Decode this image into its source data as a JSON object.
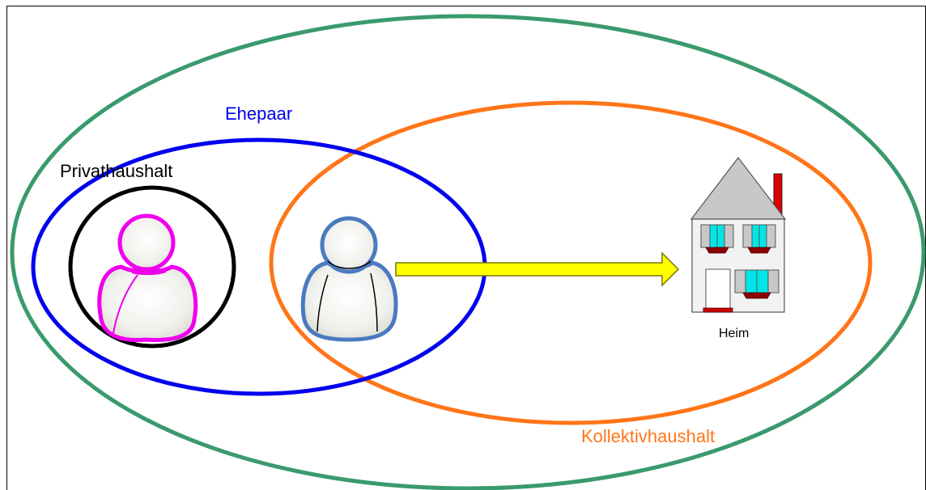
{
  "labels": {
    "ehepaar": "Ehepaar",
    "privathaushalt": "Privathaushalt",
    "kollektivhaushalt": "Kollektivhaushalt",
    "heim": "Heim"
  },
  "colors": {
    "outer_ellipse": "#3a9a6e",
    "ehepaar": "#0000ee",
    "kollektiv": "#ff7518",
    "privathaushalt": "#000000",
    "person_left": "#ee00ee",
    "person_right": "#4a7abf",
    "arrow_fill": "#ffff00",
    "arrow_stroke": "#777700",
    "house_roof": "#c8c8c8",
    "house_wall": "#f2f2f2",
    "house_window": "#00e6e6",
    "chimney": "#dd0000"
  },
  "icons": {
    "person_left": "person-icon",
    "person_right": "person-icon",
    "house": "house-icon",
    "arrow": "arrow-right-icon"
  }
}
